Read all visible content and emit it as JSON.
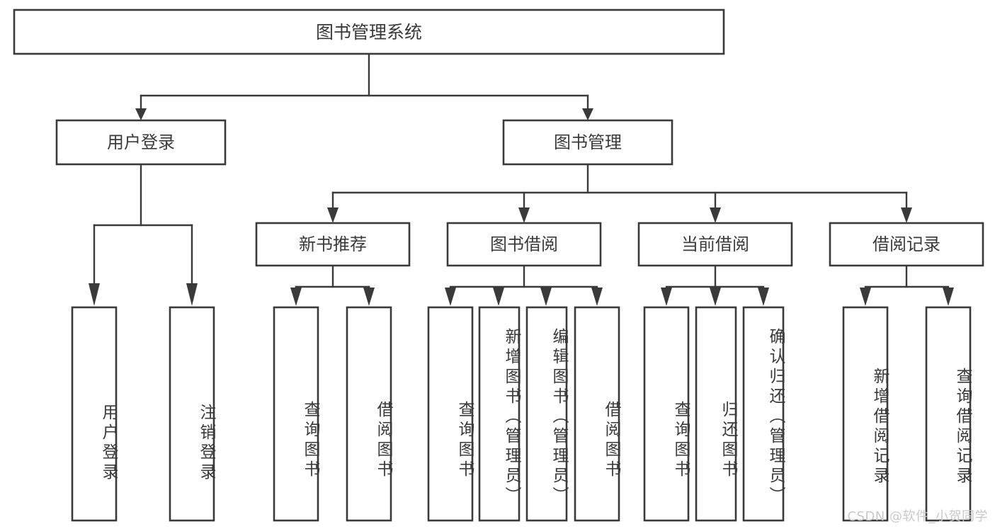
{
  "diagram": {
    "title": "图书管理系统",
    "type": "tree",
    "root": {
      "id": "root",
      "label": "图书管理系统",
      "orientation": "horizontal"
    },
    "level2": [
      {
        "id": "user-login",
        "label": "用户登录",
        "orientation": "horizontal"
      },
      {
        "id": "book-management",
        "label": "图书管理",
        "orientation": "horizontal"
      }
    ],
    "level3": [
      {
        "id": "new-book-recommend",
        "label": "新书推荐",
        "parent": "book-management",
        "orientation": "horizontal"
      },
      {
        "id": "book-borrow",
        "label": "图书借阅",
        "parent": "book-management",
        "orientation": "horizontal"
      },
      {
        "id": "current-borrow",
        "label": "当前借阅",
        "parent": "book-management",
        "orientation": "horizontal"
      },
      {
        "id": "borrow-record",
        "label": "借阅记录",
        "parent": "book-management",
        "orientation": "horizontal"
      }
    ],
    "leaves": [
      {
        "id": "leaf-user-login",
        "label": "用户登录",
        "parent": "user-login",
        "orientation": "vertical"
      },
      {
        "id": "leaf-user-logout",
        "label": "注销登录",
        "parent": "user-login",
        "orientation": "vertical"
      },
      {
        "id": "leaf-query-book-1",
        "label": "查询图书",
        "parent": "new-book-recommend",
        "orientation": "vertical"
      },
      {
        "id": "leaf-borrow-book-1",
        "label": "借阅图书",
        "parent": "new-book-recommend",
        "orientation": "vertical"
      },
      {
        "id": "leaf-query-book-2",
        "label": "查询图书",
        "parent": "book-borrow",
        "orientation": "vertical"
      },
      {
        "id": "leaf-add-book",
        "label": "新增图书（管理员）",
        "parent": "book-borrow",
        "orientation": "vertical"
      },
      {
        "id": "leaf-edit-book",
        "label": "编辑图书（管理员）",
        "parent": "book-borrow",
        "orientation": "vertical"
      },
      {
        "id": "leaf-borrow-book-2",
        "label": "借阅图书",
        "parent": "book-borrow",
        "orientation": "vertical"
      },
      {
        "id": "leaf-query-book-3",
        "label": "查询图书",
        "parent": "current-borrow",
        "orientation": "vertical"
      },
      {
        "id": "leaf-return-book",
        "label": "归还图书",
        "parent": "current-borrow",
        "orientation": "vertical"
      },
      {
        "id": "leaf-confirm-return",
        "label": "确认归还（管理员）",
        "parent": "current-borrow",
        "orientation": "vertical"
      },
      {
        "id": "leaf-add-record",
        "label": "新增借阅记录",
        "parent": "borrow-record",
        "orientation": "vertical"
      },
      {
        "id": "leaf-query-record",
        "label": "查询借阅记录",
        "parent": "borrow-record",
        "orientation": "vertical"
      }
    ],
    "colors": {
      "background": "#ffffff",
      "box_fill": "#ffffff",
      "box_stroke": "#3a3a3a",
      "text": "#3a3a3a",
      "connector": "#3a3a3a",
      "watermark": "#c9c9c9"
    }
  },
  "watermark": {
    "text": "CSDN @软件_小贺同学"
  }
}
